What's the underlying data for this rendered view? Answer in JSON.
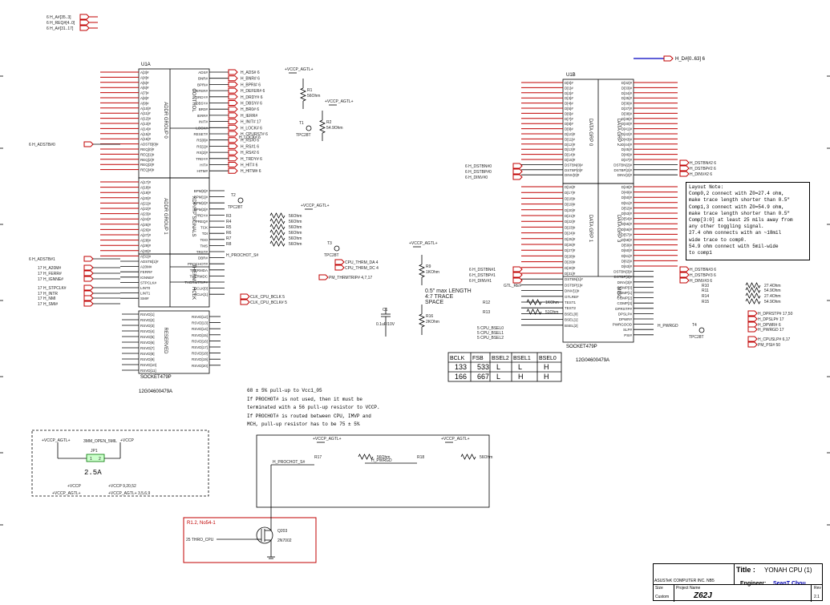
{
  "header_nets": [
    {
      "sheet": "6",
      "name": "H_A#[35..3]"
    },
    {
      "sheet": "6",
      "name": "H_REQ#[4..0]"
    },
    {
      "sheet": "6",
      "name": "H_A#[31..17]"
    }
  ],
  "right_header_net": {
    "name": "H_D#[0..63]",
    "sheet": "6"
  },
  "u1a": {
    "ref": "U1A",
    "part_name": "SOCKET479P",
    "part_number": "12G04600479A",
    "sections": [
      "ADDR GROUP 0",
      "CONTROL",
      "ADDR GROUP 1",
      "XDP/ITP SIGNALS",
      "THERM",
      "HCLK",
      "RESERVED"
    ],
    "left_pins_a": [
      "A[3]#",
      "A[4]#",
      "A[5]#",
      "A[6]#",
      "A[7]#",
      "A[8]#",
      "A[9]#",
      "A[10]#",
      "A[11]#",
      "A[12]#",
      "A[13]#",
      "A[14]#",
      "A[15]#",
      "A[16]#",
      "ADSTB[0]#",
      "REQ[0]#",
      "REQ[1]#",
      "REQ[2]#",
      "REQ[3]#",
      "REQ[4]#"
    ],
    "left_pins_b": [
      "A[17]#",
      "A[18]#",
      "A[19]#",
      "A[20]#",
      "A[21]#",
      "A[22]#",
      "A[23]#",
      "A[24]#",
      "A[25]#",
      "A[26]#",
      "A[27]#",
      "A[28]#",
      "A[29]#",
      "A[30]#",
      "A[31]#",
      "ADSTB[1]#",
      "A20M#",
      "FERR#",
      "IGNNE#",
      "STPCLK#",
      "LINT0",
      "LINT1",
      "SMI#"
    ],
    "right_pins_a": [
      "ADS#",
      "BNR#",
      "BPRI#",
      "DEFER#",
      "DRDY#",
      "DBSY#",
      "BR0#",
      "IERR#",
      "INIT#",
      "LOCK#",
      "RESET#",
      "RS[0]#",
      "RS[1]#",
      "RS[2]#",
      "TRDY#",
      "HIT#",
      "HITM#"
    ],
    "right_pins_b": [
      "BPM[0]#",
      "BPM[1]#",
      "BPM[2]#",
      "BPM[3]#",
      "PRDY#",
      "PREQ#",
      "TCK",
      "TDI",
      "TDO",
      "TMS",
      "TRST#",
      "DBR#",
      "PROCHOT#",
      "THERMDA",
      "THERMDC",
      "THERMTRIP#",
      "BCLK[0]",
      "BCLK[1]"
    ],
    "rsvd_left": [
      "RSVD[1]",
      "RSVD[2]",
      "RSVD[3]",
      "RSVD[4]",
      "RSVD[5]",
      "RSVD[6]",
      "RSVD[7]",
      "RSVD[8]",
      "RSVD[9]",
      "RSVD[10]",
      "RSVD[11]"
    ],
    "rsvd_right": [
      "RSVD[12]",
      "RSVD[13]",
      "RSVD[14]",
      "RSVD[15]",
      "RSVD[16]",
      "RSVD[17]",
      "RSVD[18]",
      "RSVD[19]",
      "RSVD[20]"
    ]
  },
  "u1a_nets_right": [
    "H_ADS# 6",
    "H_BNR# 6",
    "H_BPRI# 6",
    "H_DEFER# 6",
    "H_DRDY# 6",
    "H_DBSY# 6",
    "H_BR0# 6",
    "H_IERR#",
    "H_INIT# 17",
    "H_LOCK# 6",
    "H_CPURST# 6",
    "H_RS#0 6",
    "H_RS#1 6",
    "H_RS#2 6",
    "H_TRDY# 6",
    "H_HIT# 6",
    "H_HITM# 6"
  ],
  "u1a_nets_left_extra": [
    "6 H_ADSTB#0",
    "6 H_ADSTB#1",
    "17 H_A20M#",
    "17 H_FERR#",
    "17 H_IGNNE#",
    "17 H_STPCLK#",
    "17 H_INTR",
    "17 H_NMI",
    "17 H_SMI#"
  ],
  "u1b": {
    "ref": "U1B",
    "part_name": "SOCKET479P",
    "part_number": "12G04600479A",
    "sections": [
      "DATA GRP 0",
      "DATA GRP 2",
      "DATA GRP 1",
      "DATA GRP 3",
      "MISC"
    ],
    "left_pins_a": [
      "D[0]#",
      "D[1]#",
      "D[2]#",
      "D[3]#",
      "D[4]#",
      "D[5]#",
      "D[6]#",
      "D[7]#",
      "D[8]#",
      "D[9]#",
      "D[10]#",
      "D[11]#",
      "D[12]#",
      "D[13]#",
      "D[14]#",
      "D[15]#",
      "DSTBN[0]#",
      "DSTBP[0]#",
      "DINV[0]#"
    ],
    "left_pins_b": [
      "D[16]#",
      "D[17]#",
      "D[18]#",
      "D[19]#",
      "D[20]#",
      "D[21]#",
      "D[22]#",
      "D[23]#",
      "D[24]#",
      "D[25]#",
      "D[26]#",
      "D[27]#",
      "D[28]#",
      "D[29]#",
      "D[30]#",
      "D[31]#",
      "DSTBN[1]#",
      "DSTBP[1]#",
      "DINV[1]#",
      "GTLREF",
      "TEST1",
      "TEST2",
      "BSEL[0]",
      "BSEL[1]",
      "BSEL[2]"
    ],
    "right_pins_a": [
      "D[32]#",
      "D[33]#",
      "D[34]#",
      "D[35]#",
      "D[36]#",
      "D[37]#",
      "D[38]#",
      "D[39]#",
      "D[40]#",
      "D[41]#",
      "D[42]#",
      "D[43]#",
      "D[44]#",
      "D[45]#",
      "D[46]#",
      "D[47]#",
      "DSTBN[2]#",
      "DSTBP[2]#",
      "DINV[2]#"
    ],
    "right_pins_b": [
      "D[48]#",
      "D[49]#",
      "D[50]#",
      "D[51]#",
      "D[52]#",
      "D[53]#",
      "D[54]#",
      "D[55]#",
      "D[56]#",
      "D[57]#",
      "D[58]#",
      "D[59]#",
      "D[60]#",
      "D[61]#",
      "D[62]#",
      "D[63]#",
      "DSTBN[3]#",
      "DSTBP[3]#",
      "DINV[3]#",
      "COMP[0]",
      "COMP[1]",
      "COMP[2]",
      "COMP[3]",
      "DPRSTP#",
      "DPSLP#",
      "DPWR#",
      "PWRGOOD",
      "SLP#",
      "PSI#"
    ]
  },
  "u1b_nets": [
    "6 H_DSTBN#0",
    "6 H_DSTBP#0",
    "6 H_DINV#0",
    "6 H_DSTBN#1",
    "6 H_DSTBP#1",
    "6 H_DINV#1",
    "H_DSTBN#2 6",
    "H_DSTBP#2 6",
    "H_DINV#2 6",
    "H_DSTBN#3 6",
    "H_DSTBP#3 6",
    "H_DINV#3 6",
    "H_DPRSTP# 17,50",
    "H_DPSLP# 17",
    "H_DPWR# 6",
    "H_PWRGD 17",
    "H_CPUSLP# 6,17",
    "PM_PSI# 50",
    "GTL_REF",
    "5 CPU_BSEL0",
    "5 CPU_BSEL1",
    "5 CPU_BSEL2",
    "H_PWRGD"
  ],
  "misc_nets": [
    "H_PROCHOT_S#",
    "CPU_THRM_DA 4",
    "CPU_THRM_DC 4",
    "PM_THRMTRIP# 4,7,17",
    "CLK_CPU_BCLK 5",
    "CLK_CPU_BCLK# 5",
    "H_LOCK# 6"
  ],
  "power_nets": [
    "+VCCP_AGTL+",
    "+VCCP_AGTL+",
    "+VCCP_AGTL+",
    "+VCCP_AGTL+",
    "+VCCP_AGTL+",
    "+VCCP_AGTL+",
    "+VCCP_AGTL+"
  ],
  "components": [
    {
      "ref": "R1",
      "value": "56Ohm"
    },
    {
      "ref": "R2",
      "value": "54.9Ohm"
    },
    {
      "ref": "T1",
      "value": "TPC28T"
    },
    {
      "ref": "T2",
      "value": "TPC28T"
    },
    {
      "ref": "T3",
      "value": "TPC28T"
    },
    {
      "ref": "T4",
      "value": "TPC28T"
    },
    {
      "ref": "R3",
      "value": "56Ohm"
    },
    {
      "ref": "R4",
      "value": "56Ohm"
    },
    {
      "ref": "R5",
      "value": "56Ohm"
    },
    {
      "ref": "R6",
      "value": "56Ohm"
    },
    {
      "ref": "R7",
      "value": "56Ohm"
    },
    {
      "ref": "R8",
      "value": "56Ohm"
    },
    {
      "ref": "R9",
      "value": "1KOhm"
    },
    {
      "ref": "R16",
      "value": "2KOhm"
    },
    {
      "ref": "C1",
      "value": "0.1uF/10V"
    },
    {
      "ref": "R12",
      "value": "1KOhm"
    },
    {
      "ref": "R13",
      "value": "51Ohm"
    },
    {
      "ref": "R10",
      "value": "27.4Ohm"
    },
    {
      "ref": "R11",
      "value": "54.9Ohm"
    },
    {
      "ref": "R14",
      "value": "27.4Ohm"
    },
    {
      "ref": "R15",
      "value": "54.9Ohm"
    },
    {
      "ref": "R17",
      "value": "56Ohm"
    },
    {
      "ref": "R18",
      "value": "56Ohm"
    },
    {
      "ref": "JP1",
      "value": "3MM_OPEN_5MIL"
    },
    {
      "ref": "Q203",
      "value": "2N7002"
    }
  ],
  "gtlref_note": [
    "0.5\" max LENGTH",
    "4:7 TRACE",
    "SPACE"
  ],
  "bsel_table": {
    "headers": [
      "BCLK",
      "FSB",
      "BSEL2",
      "BSEL1",
      "BSEL0"
    ],
    "rows": [
      [
        "133",
        "533",
        "L",
        "L",
        "H"
      ],
      [
        "166",
        "667",
        "L",
        "H",
        "H"
      ]
    ]
  },
  "layout_note": {
    "title": "Layout Note:",
    "lines": [
      "Comp0,2 connect with Z0=27.4 ohm,",
      "make trace length shorter than 0.5\"",
      "Comp1,3 connect with Z0=54.9 ohm,",
      "make trace length shorter than 0.5\"",
      "Comp[3:0] at least 25 mils away from",
      "any other toggling signal.",
      "27.4 ohm connects with an ~18mil",
      "wide trace to comp0.",
      "54.9 ohm connect with 5mil-wide",
      "to comp1"
    ]
  },
  "prochot_note": [
    "68 ± 5% pull-up to Vcc1_05",
    "If PROCHOT# is not used, then it must be",
    "terminated with a 56 pull-up resistor to VCCP.",
    "If PROCHOT# is routed between CPU, IMVP and",
    "MCH, pull-up resistor has to be 75 ± 5%"
  ],
  "jumper_box": {
    "jumper": "3MM_OPEN_5MIL",
    "current": "2.5A",
    "left_net": "+VCCP_AGTL+",
    "right_net": "+VCCP",
    "vccp_pages": "+VCCP 9,20,52",
    "agtl_pages": "+VCCP_AGTL+ 3,5,6,9",
    "vccp_label": "+VCCP",
    "agtl_label": "+VCCP_AGTL+"
  },
  "revision_box": {
    "label": "R1.2, No54-1",
    "net": "25 THRO_CPU",
    "fet": "Q203",
    "fet_part": "2N7002"
  },
  "prochot_nets": {
    "left": "H_PROCHOT_S#",
    "right": "H_PWRGD"
  },
  "title_block": {
    "logo": "ASUS",
    "company": "ASUSTeK COMPUTER INC. NB5",
    "title_label": "Title :",
    "title": "YONAH CPU (1)",
    "engineer_label": "Engineer:",
    "engineer": "SeanT Chou",
    "size_label": "Size",
    "size": "Custom",
    "project_label": "Project Name",
    "project": "Z62J",
    "rev_label": "Rev",
    "rev": "2.1"
  },
  "colors": {
    "wire": "#000000",
    "net": "#c00000",
    "bus": "#0000c0",
    "fill": "#ffffff",
    "logo_bg": "#0000b0",
    "logo_red": "#d00000"
  }
}
